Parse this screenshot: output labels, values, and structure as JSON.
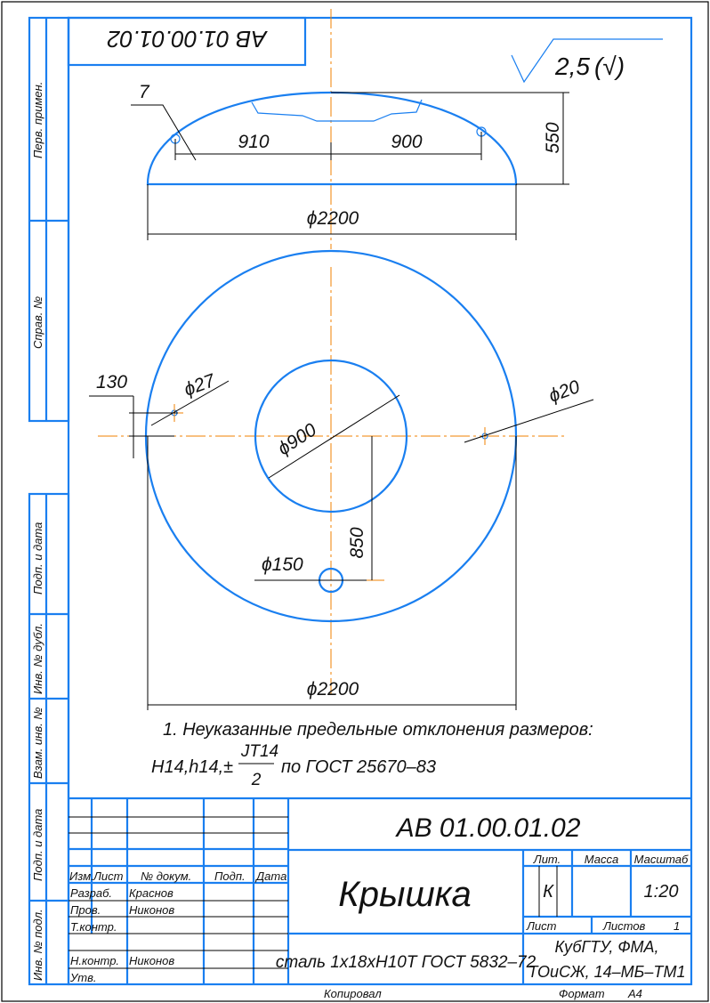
{
  "stamp_code_rotated": "AB 01.00.01.02",
  "roughness": {
    "value": "2,5",
    "suffix": "(√)"
  },
  "side_labels": [
    "Перв. примен.",
    "Справ. №",
    "Подп. и дата",
    "Инв. № дубл.",
    "Взам. инв. №",
    "Подп. и дата",
    "Инв. № подл."
  ],
  "dimensions": {
    "top_view": {
      "leader": "7",
      "left": "910",
      "right": "900",
      "height": "550",
      "diameter": "ϕ2200"
    },
    "plan_view": {
      "offset": "130",
      "hole_small": "ϕ27",
      "hole_right": "ϕ20",
      "inner": "ϕ900",
      "distance": "850",
      "hole_bottom": "ϕ150",
      "diameter": "ϕ2200"
    }
  },
  "notes": {
    "line1": "1. Неуказанные предельные отклонения размеров:",
    "prefix": "H14,h14,±",
    "numerator": "JT14",
    "denominator": "2",
    "suffix": "по ГОСТ 25670–83"
  },
  "title_block": {
    "code": "AB 01.00.01.02",
    "name": "Крышка",
    "material": "сталь 1х18хН10Т ГОСТ 5832–72",
    "organization_line1": "КубГТУ, ФМА,",
    "organization_line2": "ТОиСЖ, 14–МБ–ТМ1",
    "headers": {
      "izm": "Изм.",
      "list": "Лист",
      "doc": "№ докум.",
      "sign": "Подп.",
      "date": "Дата"
    },
    "roles": [
      {
        "role": "Разраб.",
        "name": "Краснов"
      },
      {
        "role": "Пров.",
        "name": "Никонов"
      },
      {
        "role": "Т.контр.",
        "name": ""
      },
      {
        "role": "",
        "name": ""
      },
      {
        "role": "Н.контр.",
        "name": "Никонов"
      },
      {
        "role": "Утв.",
        "name": ""
      }
    ],
    "lit_label": "Лит.",
    "mass_label": "Масса",
    "scale_label": "Масштаб",
    "lit_value": "К",
    "scale_value": "1:20",
    "sheet_label": "Лист",
    "sheets_label": "Листов",
    "sheets_value": "1",
    "copied_label": "Копировал",
    "format_label": "Формат",
    "format_value": "А4"
  }
}
